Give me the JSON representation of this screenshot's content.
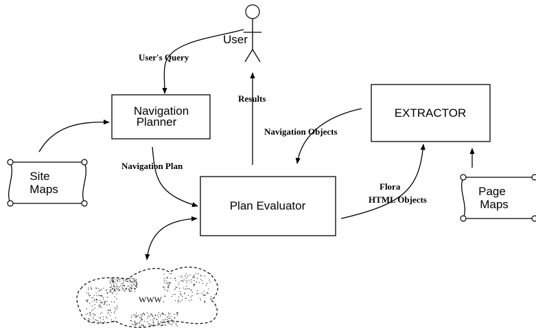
{
  "nodes": {
    "user": "User",
    "nav_planner": [
      "Navigation",
      "Planner"
    ],
    "extractor": "EXTRACTOR",
    "plan_evaluator": "Plan Evaluator",
    "site_maps": [
      "Site",
      "Maps"
    ],
    "page_maps": [
      "Page",
      "Maps"
    ],
    "www": "WWW"
  },
  "edges": {
    "users_query": "User's Query",
    "results": "Results",
    "navigation_objects": "Navigation Objects",
    "navigation_plan": "Navigation Plan",
    "flora": "Flora",
    "html_objects": "HTML Objects"
  }
}
